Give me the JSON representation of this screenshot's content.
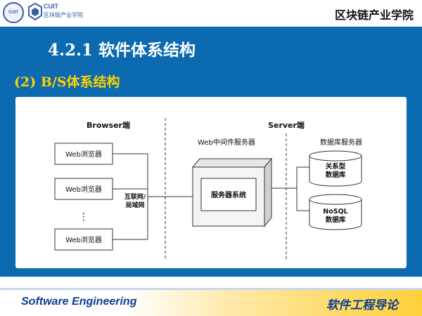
{
  "header": {
    "logo_seal_text": "CUIT",
    "logo_en": "CUIT",
    "logo_cn": "区块链产业学院",
    "college_name": "区块链产业学院"
  },
  "slide": {
    "title": "4.2.1  软件体系结构",
    "subtitle": "(2) B/S体系结构"
  },
  "diagram": {
    "browser_side_label": "Browser端",
    "server_side_label": "Server端",
    "browser_label": "Web浏览器",
    "ellipsis": "⋮",
    "network_line1": "互联网/",
    "network_line2": "局域网",
    "middleware_label": "Web中间件服务器",
    "server_system_label": "服务器系统",
    "db_server_label": "数据库服务器",
    "db1_line1": "关系型",
    "db1_line2": "数据库",
    "db2_line1": "NoSQL",
    "db2_line2": "数据库"
  },
  "footer": {
    "left": "Software Engineering",
    "right": "软件工程导论"
  },
  "colors": {
    "blue_bar": "#0b6ab0",
    "subtitle_yellow": "#ffd200",
    "footer_text": "#0b3d91"
  }
}
